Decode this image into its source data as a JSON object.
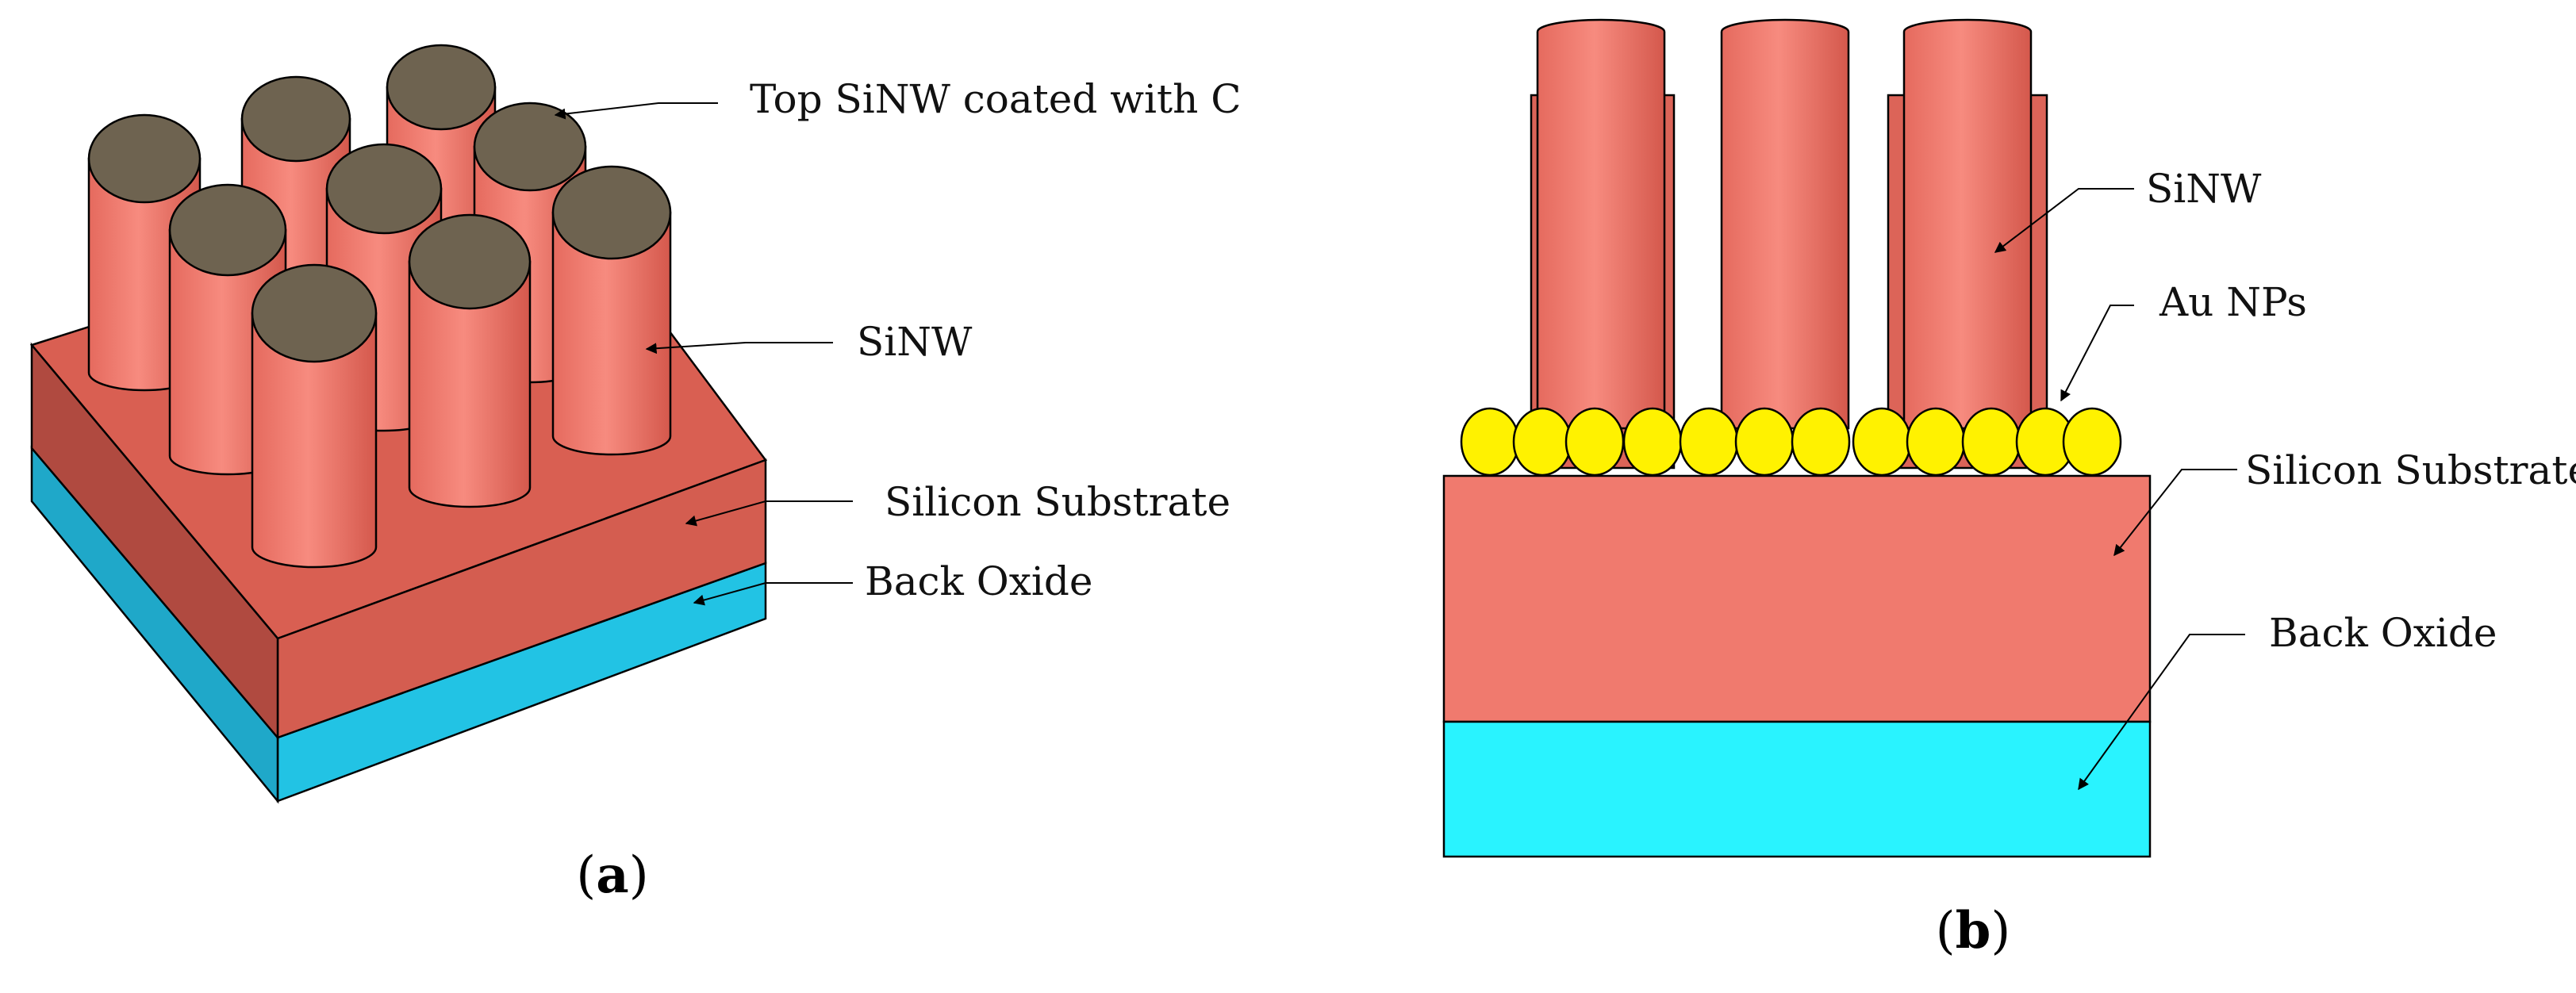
{
  "panel_a": {
    "caption_open": "(",
    "caption_letter": "a",
    "caption_close": ")",
    "labels": {
      "top_coated": "Top SiNW coated with C",
      "sinw": "SiNW",
      "substrate": "Silicon Substrate",
      "back_oxide": "Back Oxide"
    }
  },
  "panel_b": {
    "caption_open": "(",
    "caption_letter": "b",
    "caption_close": ")",
    "labels": {
      "sinw": "SiNW",
      "au_nps": "Au NPs",
      "substrate": "Silicon Substrate",
      "back_oxide": "Back Oxide"
    }
  },
  "colors": {
    "silicon": "#F07A6E",
    "silicon_side": "#D95F52",
    "silicon_dark": "#B84A40",
    "oxide": "#29F3FF",
    "oxide_side": "#22C3E4",
    "carbon_cap": "#6E6350",
    "gold_np": "#FFF200"
  }
}
